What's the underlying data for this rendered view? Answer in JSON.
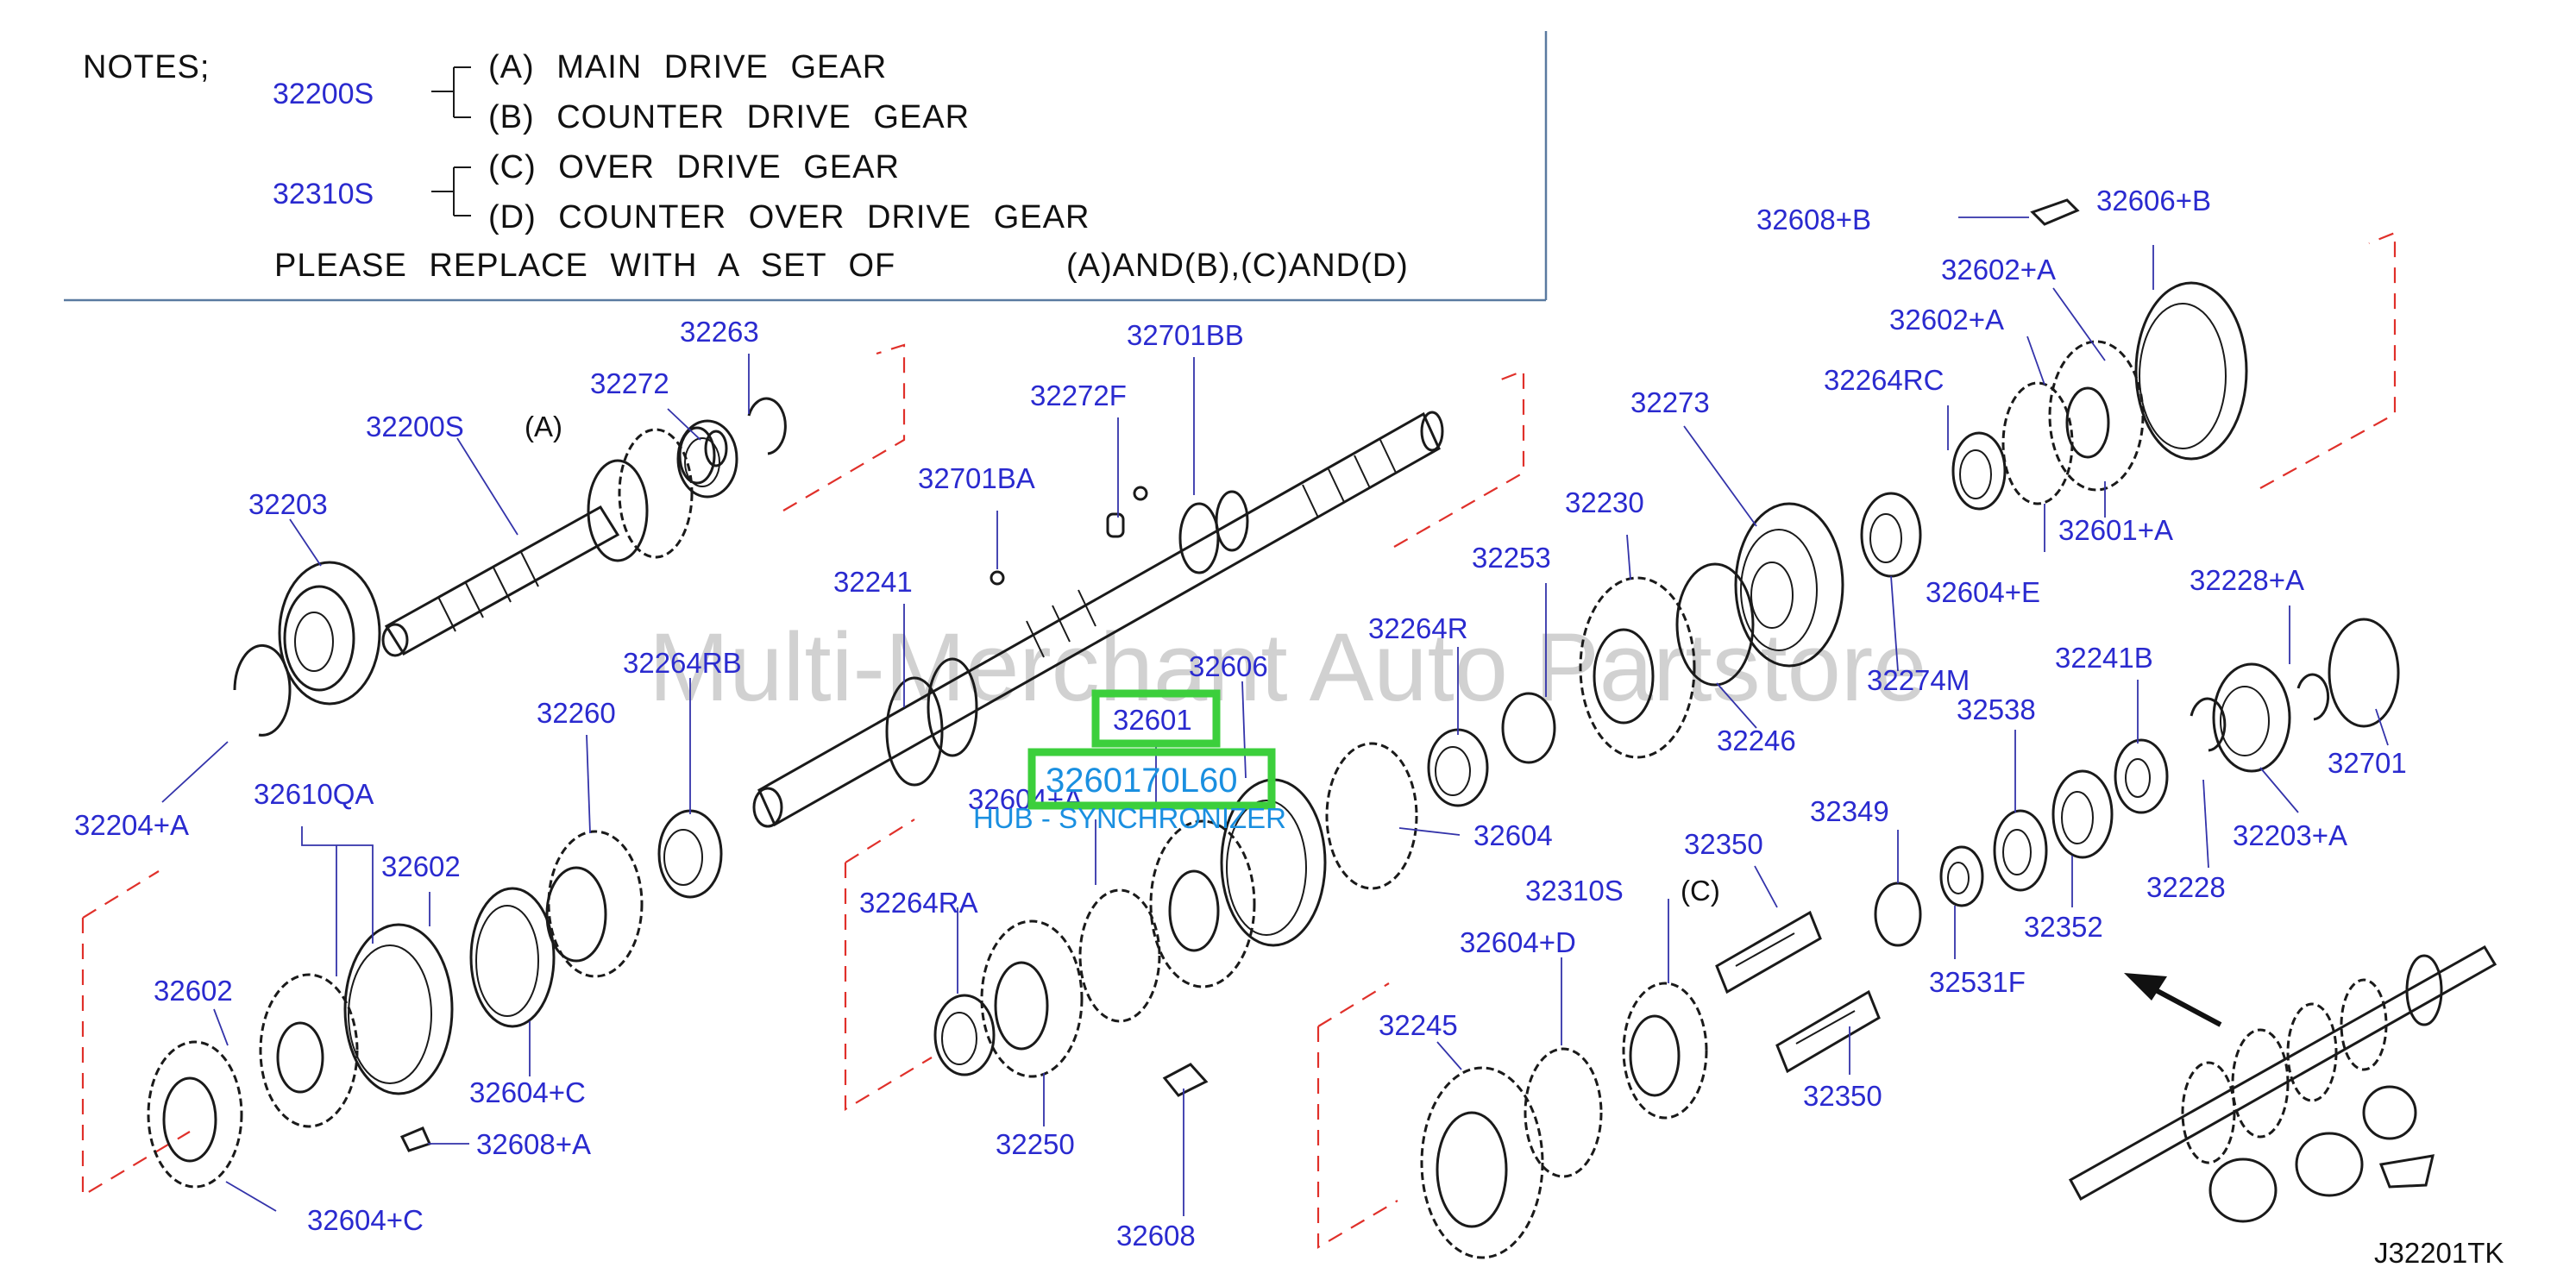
{
  "notes": {
    "heading": "NOTES;",
    "group1_code": "32200S",
    "group2_code": "32310S",
    "line_a": "(A)  MAIN  DRIVE  GEAR",
    "line_b": "(B)  COUNTER  DRIVE  GEAR",
    "line_c": "(C)  OVER  DRIVE  GEAR",
    "line_d": "(D)  COUNTER  OVER  DRIVE  GEAR",
    "replace_text": "PLEASE  REPLACE  WITH  A  SET  OF",
    "replace_sets": "(A)AND(B),(C)AND(D)"
  },
  "markers": {
    "a": "(A)",
    "c": "(C)"
  },
  "watermark": "Multi-Merchant Auto Partstore",
  "highlight": {
    "part_number": "32601",
    "oem_number": "3260170L60",
    "description": "HUB - SYNCHRONIZER",
    "color": "#3ccf3c"
  },
  "diagram_code": "J32201TK",
  "colors": {
    "label": "#2a2acf",
    "phantom_line": "#e0302a",
    "highlight_text": "#1a8fe0"
  },
  "labels": [
    "32608+B",
    "32606+B",
    "32602+A",
    "32602+A",
    "32264RC",
    "32601+A",
    "32604+E",
    "32273",
    "32230",
    "32253",
    "32264R",
    "32274M",
    "32246",
    "32263",
    "32272",
    "32200S",
    "32203",
    "32204+A",
    "32701BB",
    "32272F",
    "32701BA",
    "32241",
    "32264RB",
    "32260",
    "32610QA",
    "32602",
    "32602",
    "32604+C",
    "32608+A",
    "32604+C",
    "32606",
    "32604+A",
    "32264RA",
    "32250",
    "32608",
    "32604",
    "32228+A",
    "32241B",
    "32538",
    "32349",
    "32350",
    "32350",
    "32310S",
    "32604+D",
    "32245",
    "32531F",
    "32352",
    "32228",
    "32203+A",
    "32701"
  ]
}
